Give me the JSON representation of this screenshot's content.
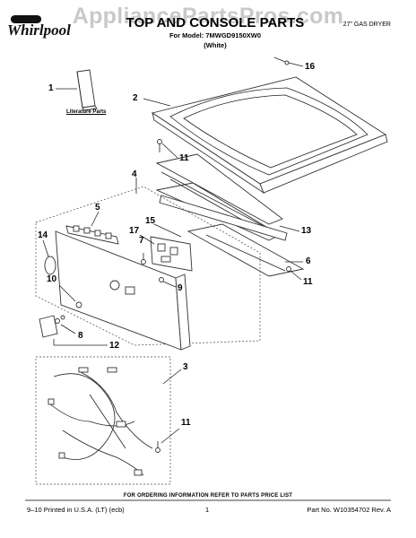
{
  "watermark": "AppliancePartsPros.com",
  "header": {
    "brand": "Whirlpool",
    "title": "TOP AND CONSOLE PARTS",
    "model_line": "For Model: 7MWGD9150XW0",
    "color_line": "(White)",
    "product": "27\" GAS DRYER"
  },
  "literature_label": "Literature Parts",
  "callouts": {
    "c1": "1",
    "c2": "2",
    "c3": "3",
    "c4": "4",
    "c5": "5",
    "c6": "6",
    "c7": "7",
    "c8": "8",
    "c9": "9",
    "c10": "10",
    "c11a": "11",
    "c11b": "11",
    "c11c": "11",
    "c12": "12",
    "c13": "13",
    "c14": "14",
    "c15": "15",
    "c16": "16",
    "c17": "17"
  },
  "footer": {
    "ordering": "FOR ORDERING INFORMATION REFER TO PARTS PRICE LIST",
    "printed": "9–10 Printed in U.S.A. (LT) (ecb)",
    "page": "1",
    "part_no": "Part No. W10354702 Rev. A"
  }
}
